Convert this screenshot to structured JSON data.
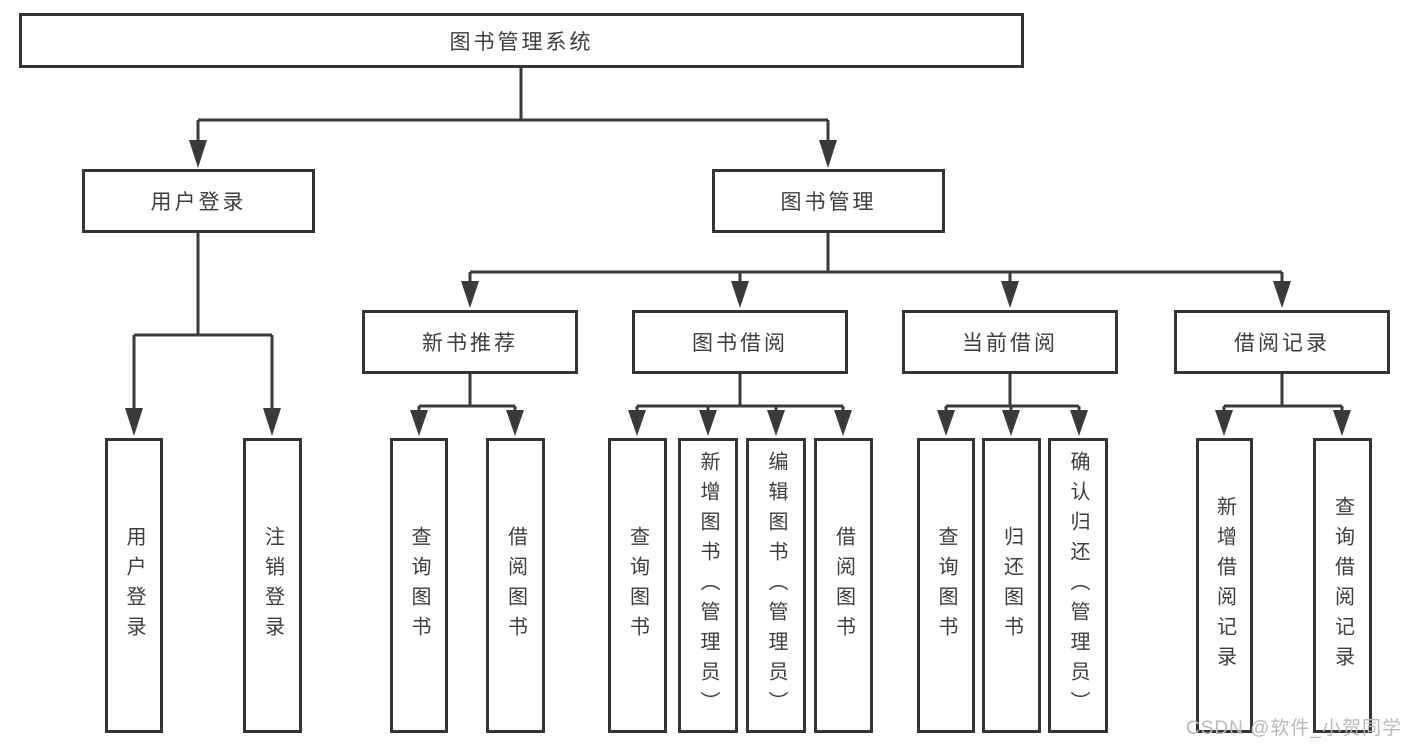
{
  "root": {
    "label": "图书管理系统"
  },
  "branches": {
    "user_login": {
      "label": "用户登录",
      "children": [
        "用户登录",
        "注销登录"
      ]
    },
    "book_management": {
      "label": "图书管理"
    }
  },
  "sections": [
    {
      "label": "新书推荐",
      "children": [
        "查询图书",
        "借阅图书"
      ]
    },
    {
      "label": "图书借阅",
      "children": [
        "查询图书",
        "新增图书（管理员）",
        "编辑图书（管理员）",
        "借阅图书"
      ]
    },
    {
      "label": "当前借阅",
      "children": [
        "查询图书",
        "归还图书",
        "确认归还（管理员）"
      ]
    },
    {
      "label": "借阅记录",
      "children": [
        "新增借阅记录",
        "查询借阅记录"
      ]
    }
  ],
  "watermark": {
    "text": "CSDN @软件_小贺同学"
  },
  "colors": {
    "line": "#3a3a3a",
    "box_border": "#343434",
    "text": "#3d3d3d",
    "background": "#ffffff",
    "watermark": "#b9b9b9"
  }
}
